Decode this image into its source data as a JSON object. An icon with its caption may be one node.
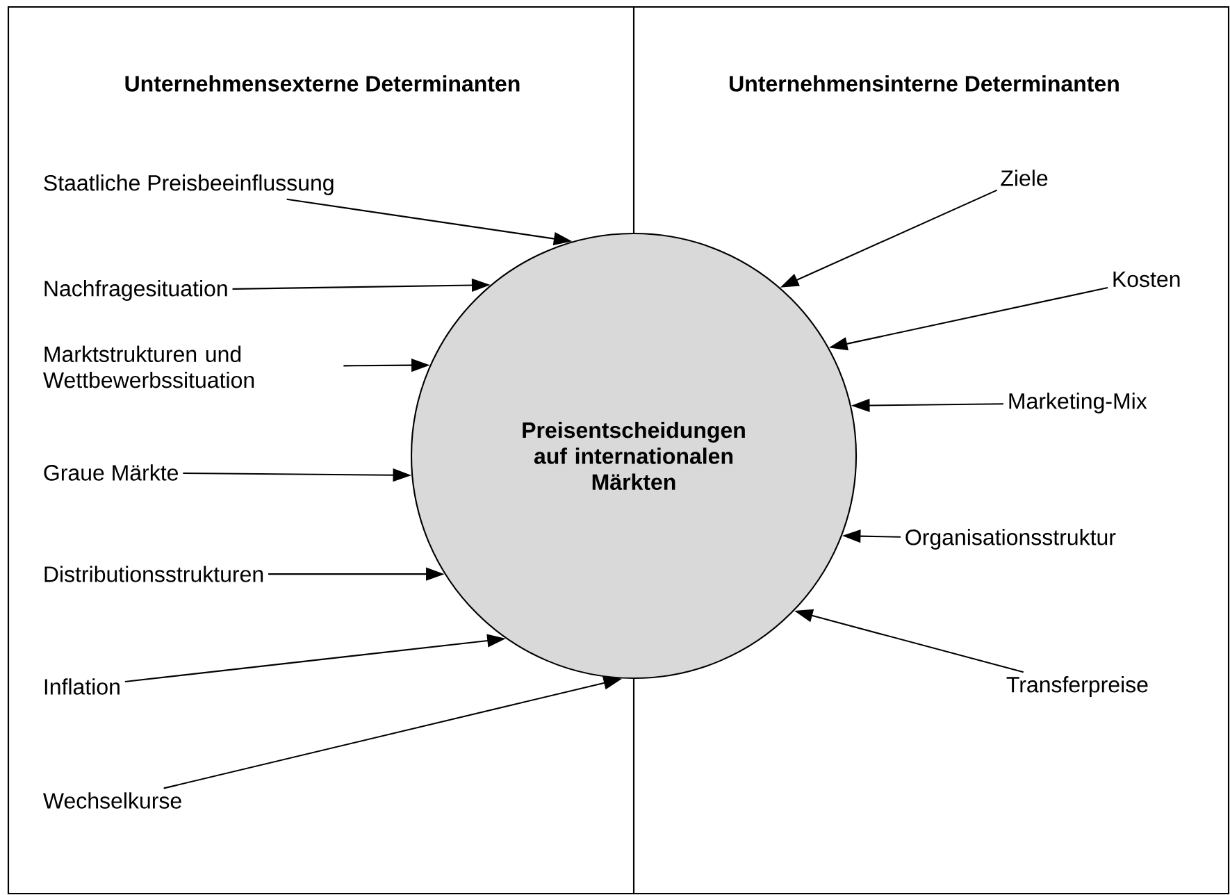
{
  "diagram": {
    "nodes": [
      {
        "text": [
          "Preisentscheidungen auf internationalen Märkten"
        ]
      },
      {
        "text": [
          "Staatliche Preisbeeinflussung"
        ]
      },
      {
        "text": [
          "Nachfragesituation"
        ]
      },
      {
        "text": [
          "Marktstrukturen und Wettbewerbssituation"
        ]
      },
      {
        "text": [
          "Graue Märkte"
        ]
      },
      {
        "text": [
          "Distributionsstrukturen"
        ]
      },
      {
        "text": [
          "Inflation"
        ]
      },
      {
        "text": [
          "Wechselkurse"
        ]
      },
      {
        "text": [
          "Ziele"
        ]
      },
      {
        "text": [
          "Kosten"
        ]
      },
      {
        "text": [
          "Marketing-Mix"
        ]
      },
      {
        "text": [
          "Organisationsstruktur"
        ]
      },
      {
        "text": [
          "Transferpreise"
        ]
      }
    ],
    "edges": [
      {
        "from": 1,
        "to": 0,
        "arrow": "to"
      },
      {
        "from": 2,
        "to": 0,
        "arrow": "to"
      },
      {
        "from": 3,
        "to": 0,
        "arrow": "to"
      },
      {
        "from": 4,
        "to": 0,
        "arrow": "to"
      },
      {
        "from": 5,
        "to": 0,
        "arrow": "to"
      },
      {
        "from": 6,
        "to": 0,
        "arrow": "to"
      },
      {
        "from": 7,
        "to": 0,
        "arrow": "to"
      },
      {
        "from": 8,
        "to": 0,
        "arrow": "to"
      },
      {
        "from": 9,
        "to": 0,
        "arrow": "to"
      },
      {
        "from": 10,
        "to": 0,
        "arrow": "to"
      },
      {
        "from": 11,
        "to": 0,
        "arrow": "to"
      },
      {
        "from": 12,
        "to": 0,
        "arrow": "to"
      }
    ],
    "labels": [
      "Unternehmensexterne Determinanten",
      "Unternehmensinterne Determinanten"
    ]
  }
}
